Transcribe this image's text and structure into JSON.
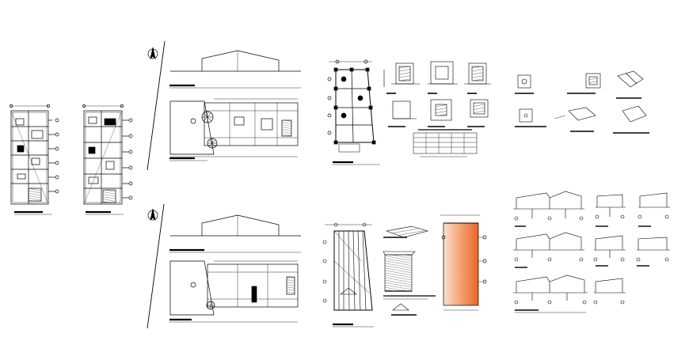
{
  "sheet": {
    "description_note": "",
    "colors": {
      "line": "#000000",
      "background": "#ffffff",
      "fill_orange_dark": "#e8662a",
      "fill_orange_light": "#fbe1cf"
    }
  },
  "drawings": [
    {
      "id": "floor-plan-a",
      "kind": "floor-plan"
    },
    {
      "id": "floor-plan-b",
      "kind": "floor-plan"
    },
    {
      "id": "site-plan-upper",
      "kind": "site-plan"
    },
    {
      "id": "site-plan-lower",
      "kind": "site-plan"
    },
    {
      "id": "foundation-grid",
      "kind": "structural-grid"
    },
    {
      "id": "footing-details",
      "kind": "detail-set"
    },
    {
      "id": "column-details",
      "kind": "detail-set"
    },
    {
      "id": "roof-framing-plan",
      "kind": "roof-plan"
    },
    {
      "id": "roof-sheet-detail",
      "kind": "detail"
    },
    {
      "id": "roof-plan-colored",
      "kind": "roof-plan"
    },
    {
      "id": "section-set",
      "kind": "sections"
    }
  ]
}
